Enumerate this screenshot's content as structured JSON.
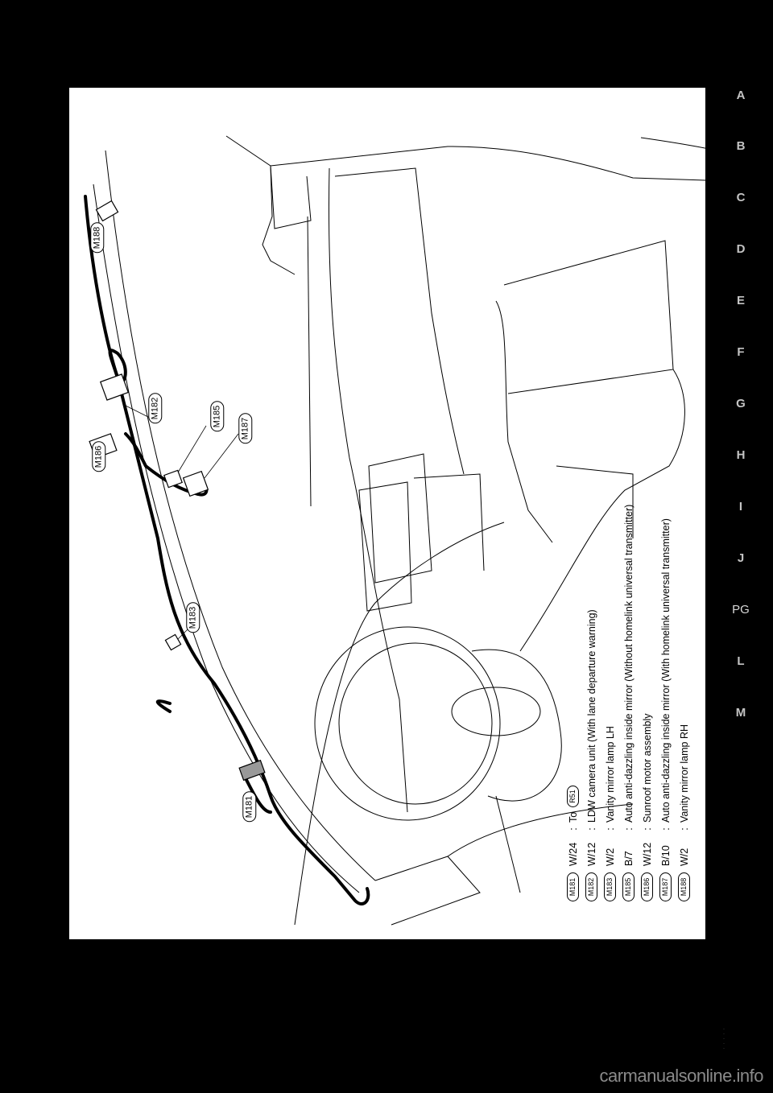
{
  "page": {
    "background": "#000000",
    "panel_color": "#ffffff"
  },
  "section_index": {
    "items": [
      "A",
      "B",
      "C",
      "D",
      "E",
      "F",
      "G",
      "H",
      "I",
      "J",
      "PG",
      "L",
      "M"
    ],
    "current": "PG",
    "text_color": "#c4c4c4"
  },
  "diagram": {
    "title": "Harness layout – roof / headliner area",
    "orientation": "rotated 90° counter-clockwise",
    "connector_tags": [
      {
        "id": "M181",
        "label": "M181"
      },
      {
        "id": "M182",
        "label": "M182"
      },
      {
        "id": "M183",
        "label": "M183"
      },
      {
        "id": "M185",
        "label": "M185"
      },
      {
        "id": "M186",
        "label": "M186"
      },
      {
        "id": "M187",
        "label": "M187"
      },
      {
        "id": "M188",
        "label": "M188"
      }
    ]
  },
  "legend": {
    "rows": [
      {
        "connector": "M181",
        "wire": "W/24",
        "sep": ":",
        "description": "To",
        "ref": "R51"
      },
      {
        "connector": "M182",
        "wire": "W/12",
        "sep": ":",
        "description": "LDW camera unit (With lane departure warning)"
      },
      {
        "connector": "M183",
        "wire": "W/2",
        "sep": ":",
        "description": "Vanity mirror lamp LH"
      },
      {
        "connector": "M185",
        "wire": "B/7",
        "sep": ":",
        "description": "Auto anti-dazzling inside mirror (Without homelink universal transmitter)"
      },
      {
        "connector": "M186",
        "wire": "W/12",
        "sep": ":",
        "description": "Sunroof motor assembly"
      },
      {
        "connector": "M187",
        "wire": "B/10",
        "sep": ":",
        "description": "Auto anti-dazzling inside mirror (With homelink universal transmitter)"
      },
      {
        "connector": "M188",
        "wire": "W/2",
        "sep": ":",
        "description": "Vanity mirror lamp RH"
      }
    ]
  },
  "footer": {
    "watermark": "carmanualsonline.info"
  }
}
